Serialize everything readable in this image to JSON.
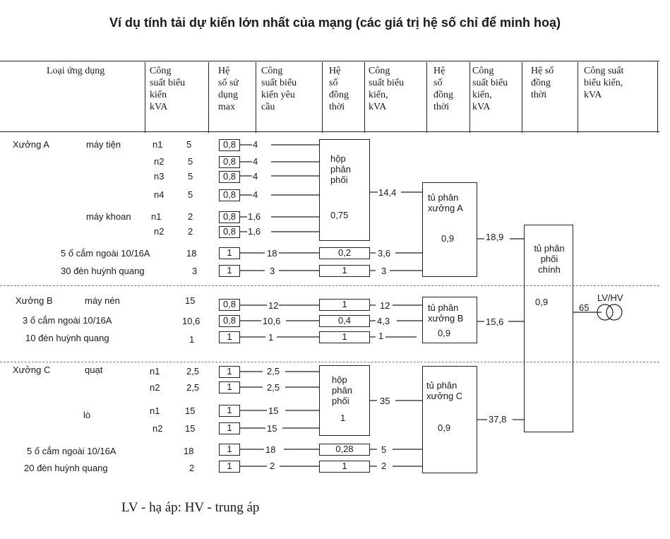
{
  "title": "Ví dụ tính tải dự kiến lớn nhất của mạng (các giá trị hệ số chỉ để minh hoạ)",
  "headers": [
    "Loại ứng dụng",
    "Công\nsuất biểu\nkiến\nkVA",
    "Hệ\nsố sử\ndụng\nmax",
    "Công\nsuất biểu\nkiến yêu\ncầu",
    "Hệ\nsố\nđồng\nthời",
    "Công\nsuất biểu\nkiến,\nkVA",
    "Hệ\nsố\nđồng\nthời",
    "Công\nsuất biểu\nkiến,\nkVA",
    "Hệ số\nđồng\nthời",
    "Công suất\nbiểu kiến,\nkVA"
  ],
  "workshop_a": {
    "name": "Xưởng A",
    "lathe": "máy tiện",
    "drill": "máy khoan",
    "rows": [
      {
        "n": "n1",
        "p": "5",
        "ku": "0,8",
        "req": "4"
      },
      {
        "n": "n2",
        "p": "5",
        "ku": "0,8",
        "req": "4"
      },
      {
        "n": "n3",
        "p": "5",
        "ku": "0,8",
        "req": "4"
      },
      {
        "n": "n4",
        "p": "5",
        "ku": "0,8",
        "req": "4"
      },
      {
        "n": "n1",
        "p": "2",
        "ku": "0,8",
        "req": "1,6"
      },
      {
        "n": "n2",
        "p": "2",
        "ku": "0,8",
        "req": "1,6"
      }
    ],
    "sockets": {
      "label": "5 ổ cắm ngoài 10/16A",
      "p": "18",
      "ku": "1",
      "req": "18",
      "ks": "0,2",
      "s": "3,6"
    },
    "lamps": {
      "label": "30 đèn huỳnh quang",
      "p": "3",
      "ku": "1",
      "req": "3",
      "ks": "1",
      "s": "3"
    },
    "dist_box": "hộp\nphân\nphối",
    "dist_ks": "0,75",
    "dist_s": "14,4",
    "panel": "tủ phân\nxưởng A",
    "panel_ks": "0,9",
    "panel_s": "18,9"
  },
  "workshop_b": {
    "name": "Xưởng B",
    "compressor": {
      "label": "máy nén",
      "p": "15",
      "ku": "0,8",
      "req": "12",
      "ks": "1",
      "s": "12"
    },
    "sockets": {
      "label": "3 ổ cắm ngoài 10/16A",
      "p": "10,6",
      "ku": "0,8",
      "req": "10,6",
      "ks": "0,4",
      "s": "4,3"
    },
    "lamps": {
      "label": "10 đèn huỳnh quang",
      "p": "1",
      "ku": "1",
      "req": "1",
      "ks": "1",
      "s": "1"
    },
    "panel": "tủ phân\nxưởng B",
    "panel_ks": "0,9",
    "panel_s": "15,6"
  },
  "workshop_c": {
    "name": "Xưởng C",
    "fan": "quạt",
    "oven": "lò",
    "rows": [
      {
        "n": "n1",
        "p": "2,5",
        "ku": "1",
        "req": "2,5"
      },
      {
        "n": "n2",
        "p": "2,5",
        "ku": "1",
        "req": "2,5"
      },
      {
        "n": "n1",
        "p": "15",
        "ku": "1",
        "req": "15"
      },
      {
        "n": "n2",
        "p": "15",
        "ku": "1",
        "req": "15"
      }
    ],
    "sockets": {
      "label": "5 ổ cắm ngoài 10/16A",
      "p": "18",
      "ku": "1",
      "req": "18",
      "ks": "0,28",
      "s": "5"
    },
    "lamps": {
      "label": "20 đèn huỳnh quang",
      "p": "2",
      "ku": "1",
      "req": "2",
      "ks": "1",
      "s": "2"
    },
    "dist_box": "hộp\nphân\nphối",
    "dist_ks": "1",
    "dist_s": "35",
    "panel": "tủ phân\nxưởng C",
    "panel_ks": "0,9",
    "panel_s": "37,8"
  },
  "main_panel": {
    "label": "tủ phân\nphối\nchính",
    "ks": "0,9",
    "s": "65"
  },
  "transformer": "LV/HV",
  "footer": "LV - hạ áp: HV - trung áp"
}
